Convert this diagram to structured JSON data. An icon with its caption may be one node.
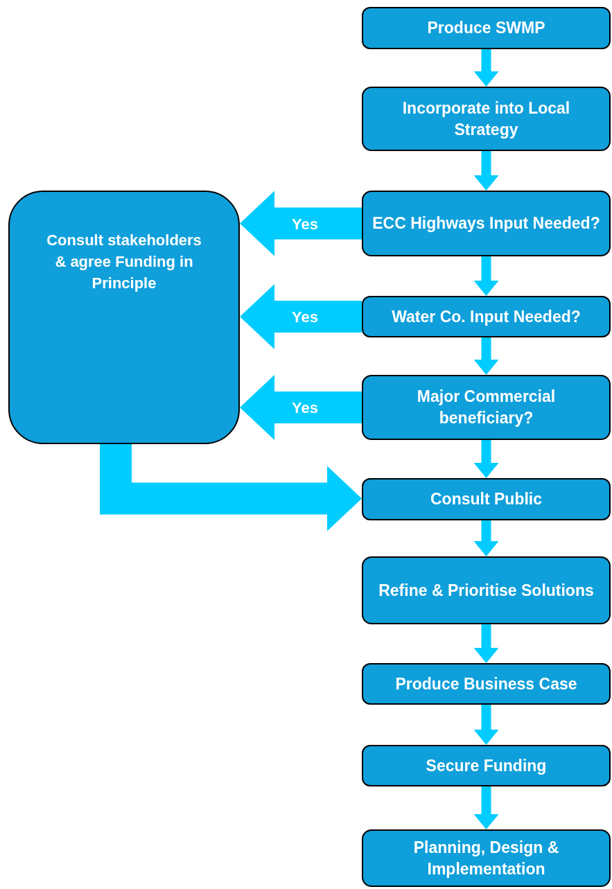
{
  "diagram": {
    "nodes": [
      {
        "text": [
          "Produce SWMP"
        ]
      },
      {
        "text": [
          "Incorporate into Local Strategy"
        ]
      },
      {
        "text": [
          "ECC Highways Input Needed?"
        ]
      },
      {
        "text": [
          "Water Co. Input Needed?"
        ]
      },
      {
        "text": [
          "Major Commercial beneficiary?"
        ]
      },
      {
        "text": [
          "Consult Public"
        ]
      },
      {
        "text": [
          "Refine & Prioritise Solutions"
        ]
      },
      {
        "text": [
          "Produce Business Case"
        ]
      },
      {
        "text": [
          "Secure Funding"
        ]
      },
      {
        "text": [
          "Planning, Design & Implementation"
        ]
      },
      {
        "text": [
          "Consult stakeholders & agree Funding in Principle"
        ]
      }
    ],
    "edges": [
      {
        "from": 0,
        "to": 1,
        "arrow": "to"
      },
      {
        "from": 1,
        "to": 2,
        "arrow": "to"
      },
      {
        "from": 2,
        "to": 10,
        "arrow": "to",
        "label": "Yes",
        "style": "thick"
      },
      {
        "from": 2,
        "to": 3,
        "arrow": "to"
      },
      {
        "from": 3,
        "to": 10,
        "arrow": "to",
        "label": "Yes",
        "style": "thick"
      },
      {
        "from": 3,
        "to": 4,
        "arrow": "to"
      },
      {
        "from": 4,
        "to": 10,
        "arrow": "to",
        "label": "Yes",
        "style": "thick"
      },
      {
        "from": 4,
        "to": 5,
        "arrow": "to"
      },
      {
        "from": 10,
        "to": 5,
        "arrow": "to",
        "style": "thick"
      },
      {
        "from": 5,
        "to": 6,
        "arrow": "to"
      },
      {
        "from": 6,
        "to": 7,
        "arrow": "to"
      },
      {
        "from": 7,
        "to": 8,
        "arrow": "to"
      },
      {
        "from": 8,
        "to": 9,
        "arrow": "to"
      }
    ]
  }
}
